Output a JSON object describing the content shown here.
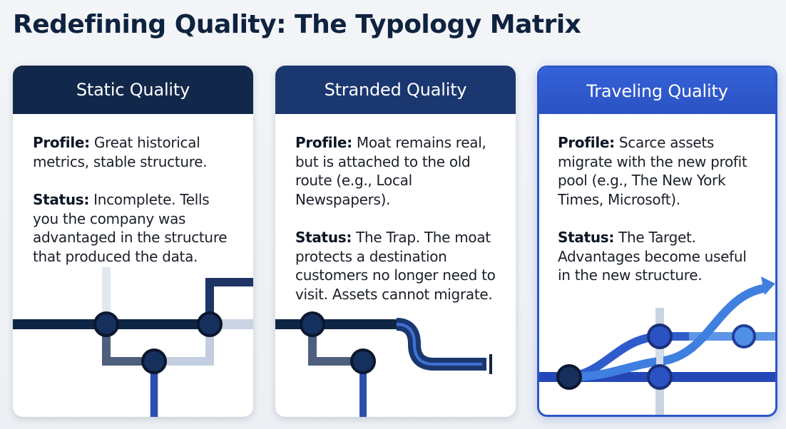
{
  "page": {
    "title": "Redefining Quality: The Typology Matrix"
  },
  "cards": [
    {
      "title": "Static Quality",
      "profile_label": "Profile:",
      "profile_text": "Great historical metrics, stable structure.",
      "status_label": "Status:",
      "status_text": "Incomplete. Tells you the company was advantaged in the structure that produced the data."
    },
    {
      "title": "Stranded Quality",
      "profile_label": "Profile:",
      "profile_text": "Moat remains real, but is attached to the old route (e.g., Local Newspapers).",
      "status_label": "Status:",
      "status_text": "The Trap. The moat protects a destination customers no longer need to visit. Assets cannot migrate."
    },
    {
      "title": "Traveling Quality",
      "profile_label": "Profile:",
      "profile_text": "Scarce assets migrate with the new profit pool (e.g., The New York Times, Microsoft).",
      "status_label": "Status:",
      "status_text": "The Target. Advantages become useful in the new structure."
    }
  ],
  "colors": {
    "title": "#0f2340",
    "header_static": "#12284a",
    "header_stranded": "#1b3770",
    "header_traveling": "#3562d8",
    "card_border_traveling": "#2d56c7"
  },
  "icons": {
    "static_illustration": "static-network-icon",
    "stranded_illustration": "stranded-route-icon",
    "traveling_illustration": "traveling-arrow-icon"
  }
}
